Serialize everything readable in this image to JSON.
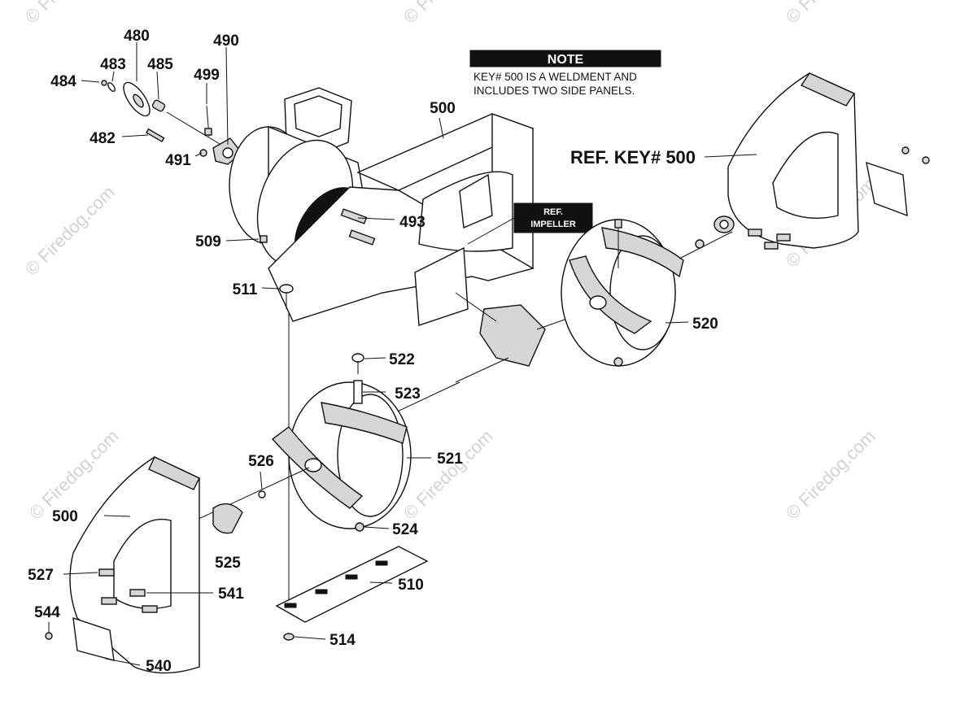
{
  "watermark": {
    "text": "© Firedog.com",
    "color": "#d2d2d2"
  },
  "note": {
    "title": "NOTE",
    "line1": "KEY# 500 IS A WELDMENT AND",
    "line2": "INCLUDES TWO SIDE PANELS."
  },
  "ref_impeller": {
    "line1": "REF.",
    "line2": "IMPELLER"
  },
  "ref_key_label": "REF. KEY# 500",
  "callouts": {
    "p480": "480",
    "p490": "490",
    "p483": "483",
    "p485": "485",
    "p484": "484",
    "p499": "499",
    "p482": "482",
    "p491": "491",
    "p500_top": "500",
    "p493": "493",
    "p509": "509",
    "p511": "511",
    "p520": "520",
    "p522": "522",
    "p523": "523",
    "p521": "521",
    "p526": "526",
    "p500_left": "500",
    "p524": "524",
    "p525": "525",
    "p527": "527",
    "p541": "541",
    "p510": "510",
    "p544": "544",
    "p514": "514",
    "p540": "540"
  }
}
